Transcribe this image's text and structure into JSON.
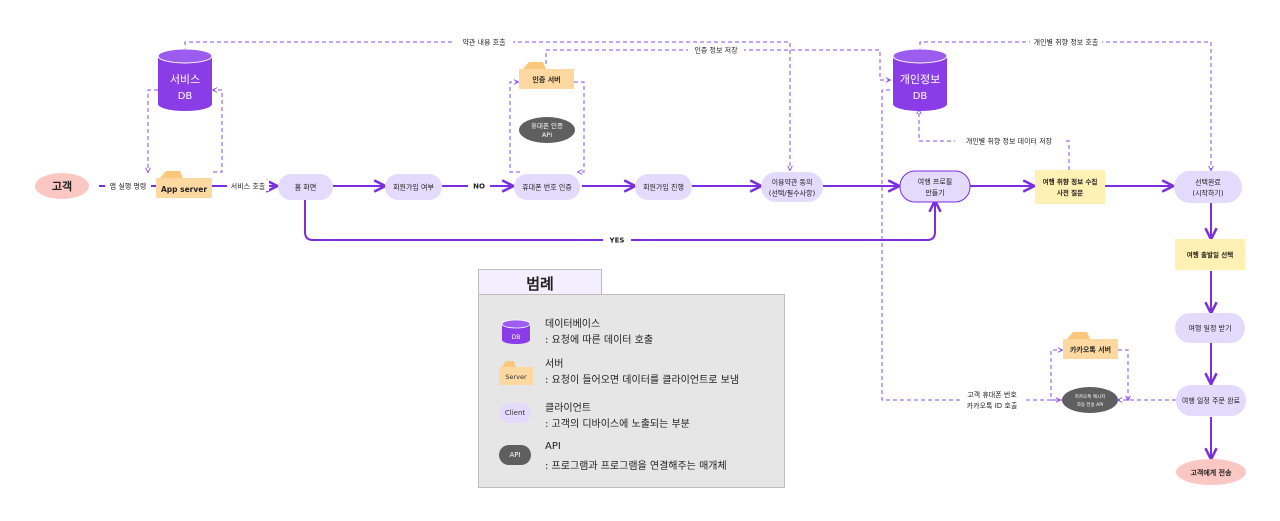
{
  "colors": {
    "arrow": "#7a2ee0",
    "dashed": "#8a4de8",
    "db": "#8a3de6",
    "client": "#e4dafc",
    "server": "#fdd8a0",
    "api": "#5f5f5f",
    "customer": "#fbc7c3",
    "highlight": "#fff0b3"
  },
  "nodes": {
    "customer": "고객",
    "service_db_line1": "서비스",
    "service_db_line2": "DB",
    "app_server": "App server",
    "home": "홈 화면",
    "signup_check": "회원가입 여부",
    "phone_auth": "휴대폰 번호 인증",
    "signup_proceed": "회원가입 진행",
    "terms_line1": "이용약관 동의",
    "terms_line2": "(선택/필수사항)",
    "auth_server": "인증 서버",
    "phone_api_line1": "휴대폰 인증",
    "phone_api_line2": "API",
    "trip_profile_line1": "여행 프로필",
    "trip_profile_line2": "만들기",
    "personal_db_line1": "개인정보",
    "personal_db_line2": "DB",
    "pref_collect_line1": "여행 취향 정보 수집",
    "pref_collect_line2": "사전 질문",
    "select_done_line1": "선택완료",
    "select_done_line2": "(시작하기)",
    "departure_select": "여행 출발일 선택",
    "receive_schedule": "여행 일정 받기",
    "order_complete": "여행 일정 주문 완료",
    "kakao_server": "카카오톡 서버",
    "kakao_api_line1": "카카오톡 메시지",
    "kakao_api_line2": "자동 전송 API",
    "send_customer": "고객에게 전송"
  },
  "edges": {
    "app_run": "앱 실행 명령",
    "service_call": "서비스 호출",
    "no": "NO",
    "yes": "YES",
    "terms_call": "약관 내용 호출",
    "auth_save": "인증 정보 저장",
    "pref_call": "개인별 취향 정보 호출",
    "pref_save": "개인별 취향 정보 데이터 저장",
    "phone_kakao_line1": "고객 휴대폰 번호",
    "phone_kakao_line2": "카카오톡 ID 호출"
  },
  "legend": {
    "title": "범례",
    "db_label": "DB",
    "db_title": "데이터베이스",
    "db_desc": ": 요청에 따른 데이터 호출",
    "server_label": "Server",
    "server_title": "서버",
    "server_desc": ": 요청이 들어오면 데이터를 클라이언트로 보냄",
    "client_label": "Client",
    "client_title": "클라이언트",
    "client_desc": ": 고객의 디바이스에 노출되는 부분",
    "api_label": "API",
    "api_title": "API",
    "api_desc": ": 프로그램과 프로그램을 연결해주는 매개체"
  }
}
